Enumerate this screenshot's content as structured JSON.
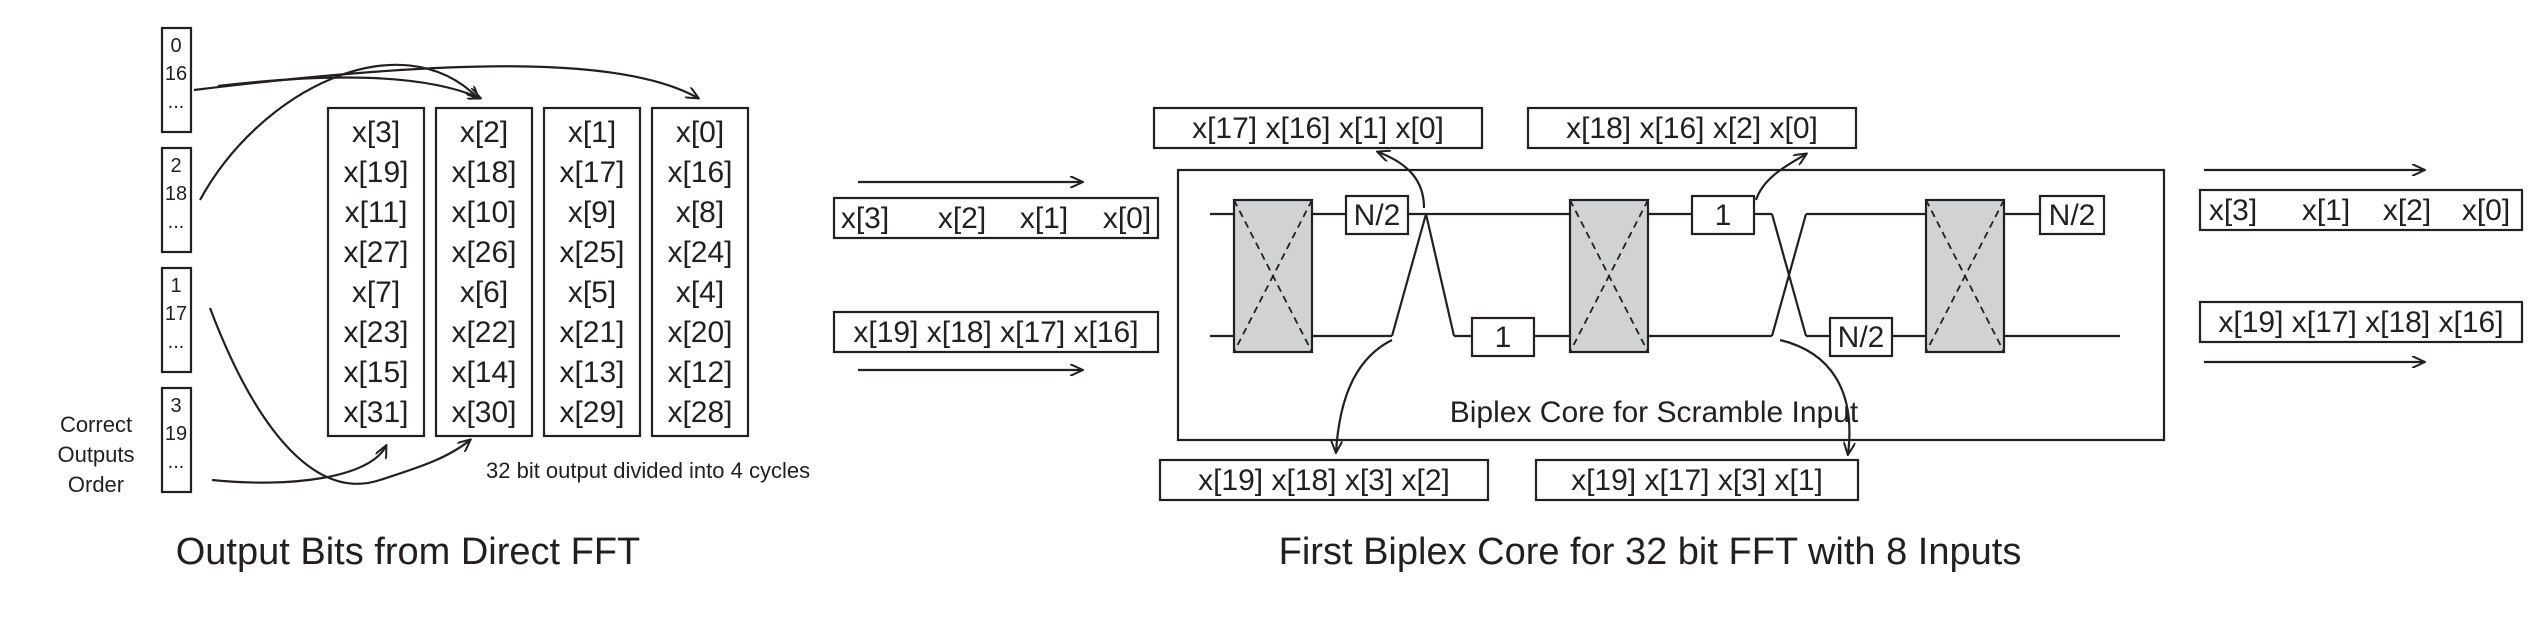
{
  "order_column": {
    "groups": [
      [
        "0",
        "16",
        "..."
      ],
      [
        "2",
        "18",
        "..."
      ],
      [
        "1",
        "17",
        "..."
      ],
      [
        "3",
        "19",
        "..."
      ]
    ],
    "caption": [
      "Correct",
      "Outputs",
      "Order"
    ]
  },
  "fft_columns": [
    [
      "x[3]",
      "x[19]",
      "x[11]",
      "x[27]",
      "x[7]",
      "x[23]",
      "x[15]",
      "x[31]"
    ],
    [
      "x[2]",
      "x[18]",
      "x[10]",
      "x[26]",
      "x[6]",
      "x[22]",
      "x[14]",
      "x[30]"
    ],
    [
      "x[1]",
      "x[17]",
      "x[9]",
      "x[25]",
      "x[5]",
      "x[21]",
      "x[13]",
      "x[29]"
    ],
    [
      "x[0]",
      "x[16]",
      "x[8]",
      "x[24]",
      "x[4]",
      "x[20]",
      "x[12]",
      "x[28]"
    ]
  ],
  "cycles_note": "32 bit output divided into 4 cycles",
  "left_title": "Output Bits from Direct FFT",
  "right_title": "First Biplex Core for 32 bit FFT with 8 Inputs",
  "core_label": "Biplex Core for Scramble Input",
  "inputs": {
    "top": [
      "x[3]",
      "x[2]",
      "x[1]",
      "x[0]"
    ],
    "bottom": "x[19] x[18] x[17] x[16]"
  },
  "outputs": {
    "top": [
      "x[3]",
      "x[1]",
      "x[2]",
      "x[0]"
    ],
    "bottom": "x[19] x[17] x[18] x[16]"
  },
  "taps": {
    "top_1": "x[17] x[16] x[1] x[0]",
    "top_2": "x[18] x[16] x[2] x[0]",
    "bottom_1": "x[19] x[18] x[3] x[2]",
    "bottom_2": "x[19] x[17] x[3] x[1]"
  },
  "delays": {
    "top_1": "N/2",
    "bottom_1": "1",
    "top_2": "1",
    "bottom_2": "N/2",
    "top_3": "N/2"
  }
}
